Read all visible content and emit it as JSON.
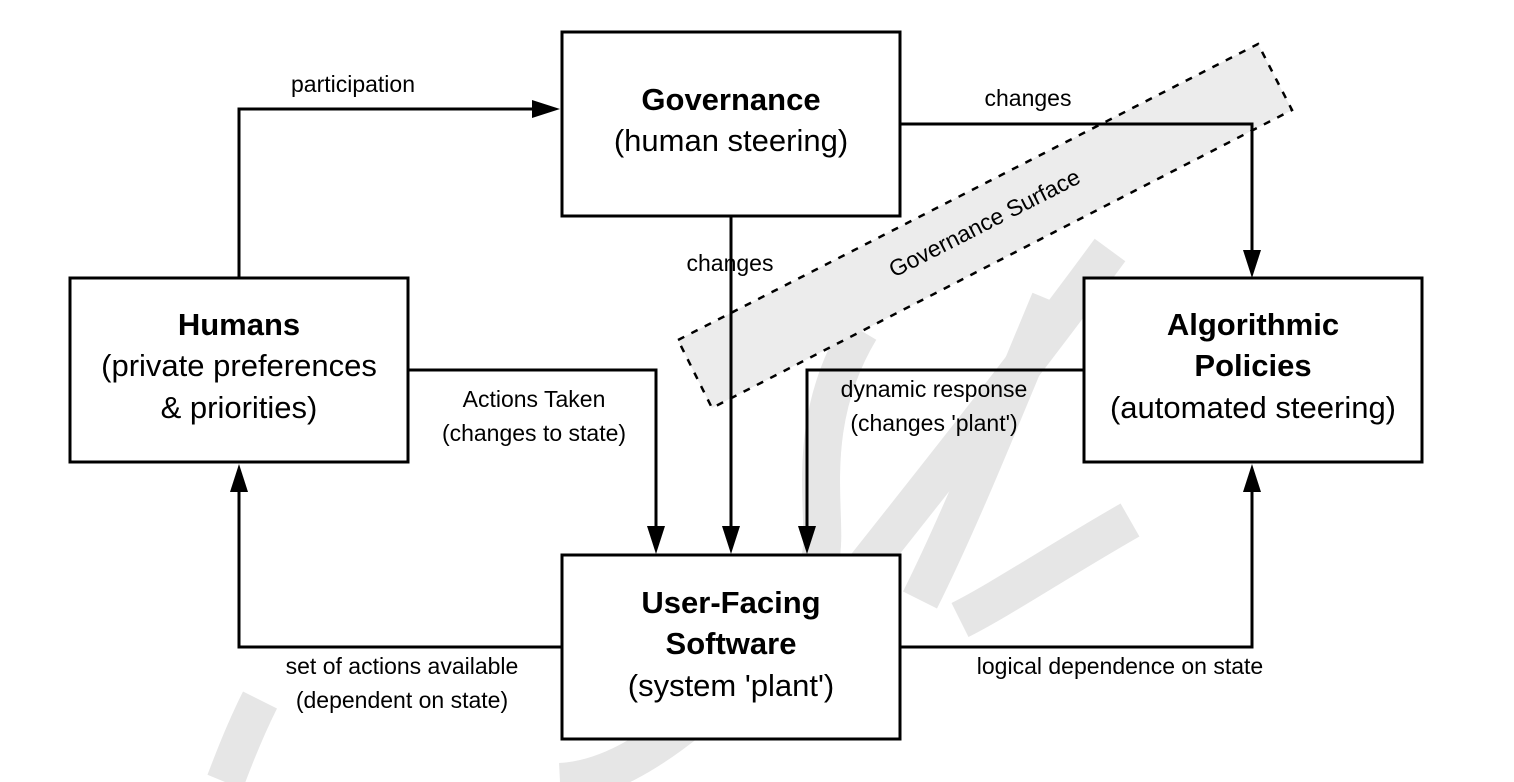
{
  "diagram": {
    "nodes": {
      "governance": {
        "title": "Governance",
        "subtitle": "(human steering)"
      },
      "humans": {
        "title": "Humans",
        "subtitle_1": "(private preferences",
        "subtitle_2": "& priorities)"
      },
      "algorithmic": {
        "title_1": "Algorithmic",
        "title_2": "Policies",
        "subtitle": "(automated steering)"
      },
      "software": {
        "title_1": "User-Facing",
        "title_2": "Software",
        "subtitle": "(system 'plant')"
      }
    },
    "edges": {
      "participation": "participation",
      "changes_algorithmic": "changes",
      "changes_software": "changes",
      "actions_taken_1": "Actions Taken",
      "actions_taken_2": "(changes to state)",
      "dynamic_response_1": "dynamic response",
      "dynamic_response_2": "(changes 'plant')",
      "actions_available_1": "set of actions available",
      "actions_available_2": "(dependent on state)",
      "logical_dependence": "logical dependence on state"
    },
    "surface_label": "Governance Surface"
  }
}
